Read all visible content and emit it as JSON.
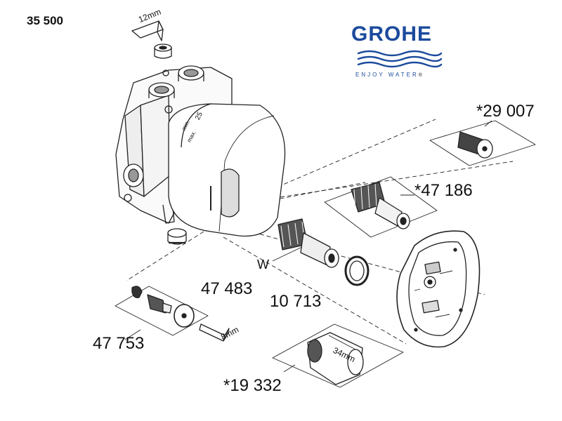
{
  "document_code": "35 500",
  "brand": {
    "name": "GROHE",
    "slogan": "ENJOY WATER",
    "registered_mark": "®",
    "color": "#1b4a9c"
  },
  "dimensions": {
    "top_key": "12mm",
    "bottom_key": "8mm",
    "sleeve": "34mm",
    "marker_w": "W"
  },
  "dial_markings": {
    "min": "min.",
    "max": "max.",
    "value": "25"
  },
  "part_numbers": {
    "p1": "*29 007",
    "p2": "*47 186",
    "p3": "47 483",
    "p4": "10 713",
    "p5": "47 753",
    "p6": "*19 332"
  }
}
